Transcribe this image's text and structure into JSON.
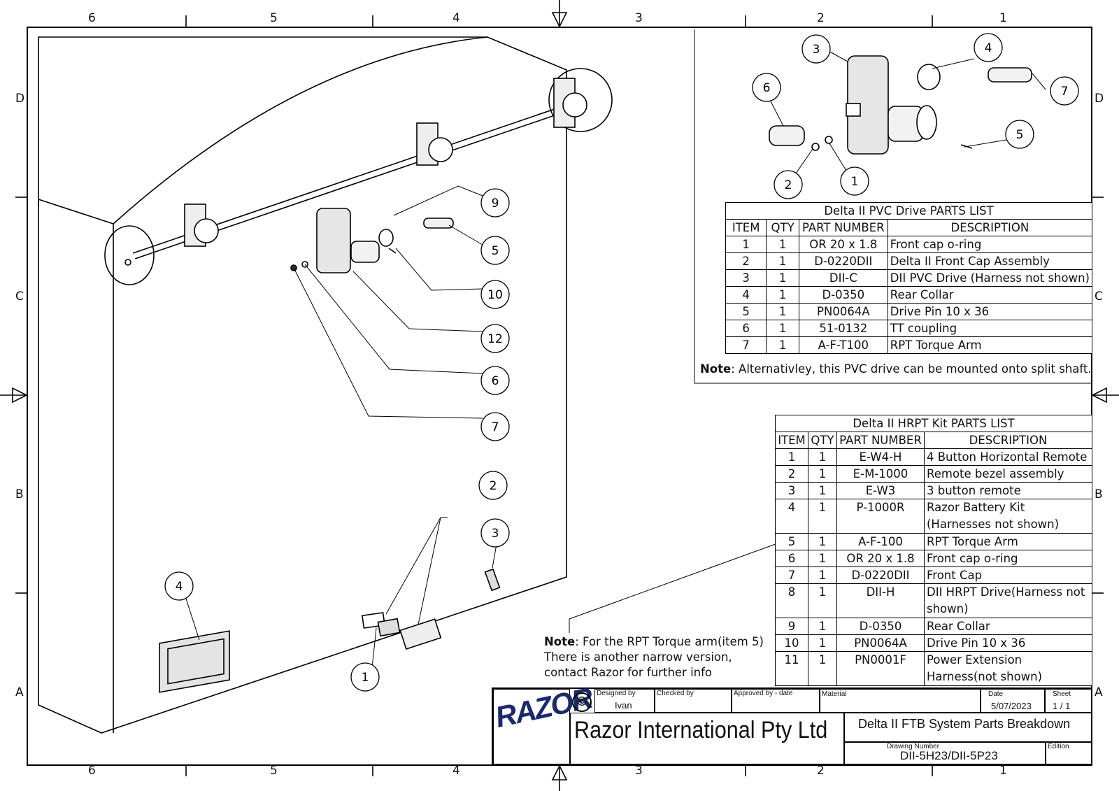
{
  "sheet": {
    "zone_columns_top": [
      "6",
      "5",
      "4",
      "3",
      "2",
      "1"
    ],
    "zone_columns_bottom": [
      "6",
      "5",
      "4",
      "3",
      "2",
      "1"
    ],
    "zone_rows_left": [
      "D",
      "C",
      "B",
      "A"
    ],
    "zone_rows_right": [
      "D",
      "C",
      "B",
      "A"
    ]
  },
  "main_view": {
    "balloons": [
      "9",
      "5",
      "10",
      "12",
      "6",
      "7",
      "2",
      "3",
      "4",
      "1"
    ]
  },
  "pvc_detail": {
    "balloons": [
      "3",
      "4",
      "6",
      "7",
      "5",
      "2",
      "1"
    ]
  },
  "pvc_parts_list": {
    "title": "Delta II PVC Drive PARTS LIST",
    "headers": [
      "ITEM",
      "QTY",
      "PART NUMBER",
      "DESCRIPTION"
    ],
    "rows": [
      [
        "1",
        "1",
        "OR 20 x 1.8",
        "Front cap o-ring"
      ],
      [
        "2",
        "1",
        "D-0220DII",
        "Delta II Front Cap Assembly"
      ],
      [
        "3",
        "1",
        "DII-C",
        "DII PVC Drive (Harness not shown)"
      ],
      [
        "4",
        "1",
        "D-0350",
        "Rear Collar"
      ],
      [
        "5",
        "1",
        "PN0064A",
        "Drive Pin 10 x 36"
      ],
      [
        "6",
        "1",
        "51-0132",
        "TT coupling"
      ],
      [
        "7",
        "1",
        "A-F-T100",
        "RPT Torque Arm"
      ]
    ],
    "note_label": "Note",
    "note_text": ": Alternativley, this PVC drive can be mounted onto split shaft."
  },
  "hrpt_parts_list": {
    "title": "Delta II HRPT Kit PARTS LIST",
    "headers": [
      "ITEM",
      "QTY",
      "PART NUMBER",
      "DESCRIPTION"
    ],
    "rows": [
      [
        "1",
        "1",
        "E-W4-H",
        "4 Button Horizontal Remote"
      ],
      [
        "2",
        "1",
        "E-M-1000",
        "Remote bezel assembly"
      ],
      [
        "3",
        "1",
        "E-W3",
        "3 button remote"
      ],
      [
        "4",
        "1",
        "P-1000R",
        "Razor Battery Kit (Harnesses not shown)"
      ],
      [
        "5",
        "1",
        "A-F-100",
        "RPT Torque Arm"
      ],
      [
        "6",
        "1",
        "OR 20 x 1.8",
        "Front cap o-ring"
      ],
      [
        "7",
        "1",
        "D-0220DII",
        "Front Cap"
      ],
      [
        "8",
        "1",
        "DII-H",
        "DII HRPT Drive(Harness not shown)"
      ],
      [
        "9",
        "1",
        "D-0350",
        "Rear Collar"
      ],
      [
        "10",
        "1",
        "PN0064A",
        "Drive Pin 10 x 36"
      ],
      [
        "11",
        "1",
        "PN0001F",
        "Power Extension Harness(not shown)"
      ]
    ],
    "note_label": "Note",
    "note_line1": ": For the RPT Torque arm(item 5)",
    "note_line2": "There is another narrow version,",
    "note_line3": "contact Razor for further info"
  },
  "title_block": {
    "logo_text": "RAZOR",
    "copyright_symbol": "©",
    "designed_by_label": "Designed by",
    "designed_by": "Ivan",
    "checked_by_label": "Checked by",
    "approved_by_label": "Approved by - date",
    "material_label": "Material",
    "date_label": "Date",
    "date": "5/07/2023",
    "sheet_label": "Sheet",
    "sheet": "1  /  1",
    "company": "Razor International Pty Ltd",
    "drawing_title": "Delta II FTB System Parts Breakdown",
    "drawing_number_label": "Drawing Number",
    "drawing_number": "DII-5H23/DII-5P23",
    "edition_label": "Edition"
  },
  "colors": {
    "line": "#000000",
    "logo": "#1b2a6b",
    "part_fill": "#d9d9d9"
  }
}
